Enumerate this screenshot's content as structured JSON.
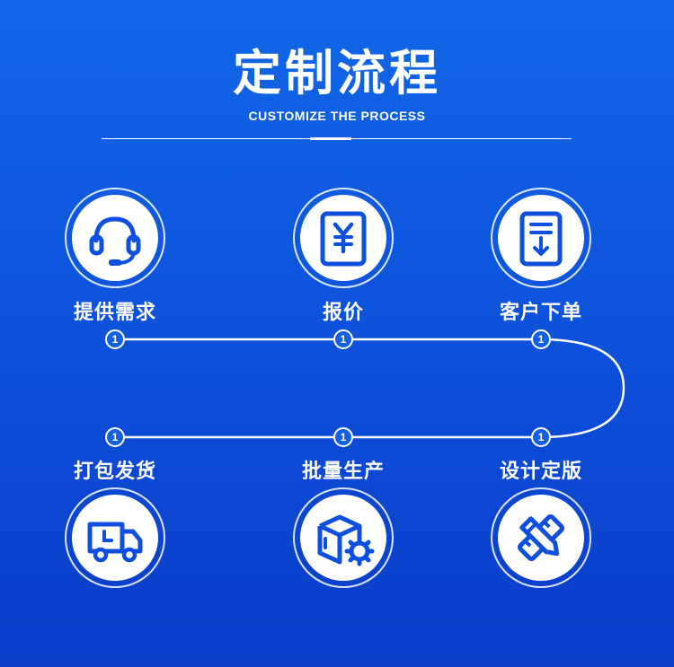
{
  "header": {
    "title": "定制流程",
    "subtitle": "CUSTOMIZE THE PROCESS"
  },
  "steps": [
    {
      "label": "提供需求",
      "icon": "headset-icon",
      "number": "1"
    },
    {
      "label": "报价",
      "icon": "price-document-icon",
      "number": "1"
    },
    {
      "label": "客户下单",
      "icon": "order-download-icon",
      "number": "1"
    },
    {
      "label": "设计定版",
      "icon": "pencil-ruler-icon",
      "number": "1"
    },
    {
      "label": "批量生产",
      "icon": "box-gear-icon",
      "number": "1"
    },
    {
      "label": "打包发货",
      "icon": "delivery-truck-icon",
      "number": "1"
    }
  ],
  "colors": {
    "background_top": "#1267e8",
    "background_bottom": "#0a3cc8",
    "icon_blue": "#0f4fe0",
    "white": "#ffffff"
  }
}
